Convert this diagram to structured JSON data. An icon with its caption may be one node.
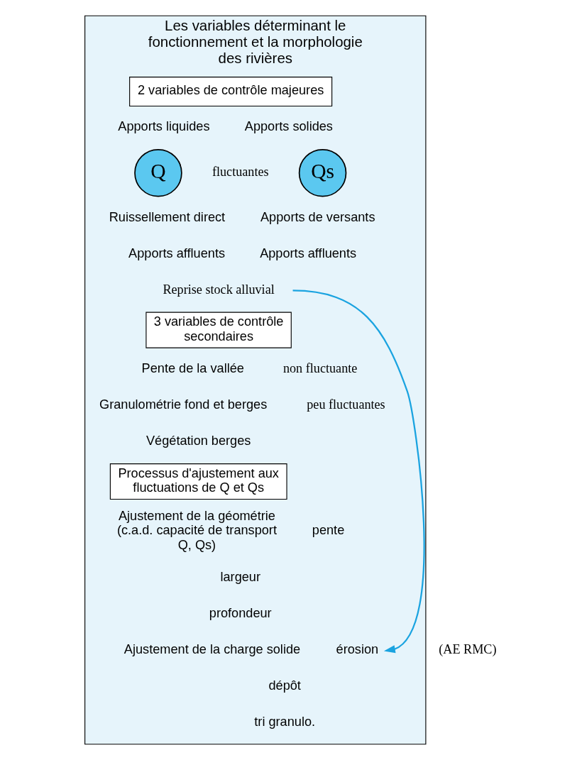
{
  "diagram": {
    "nodes": [
      {
        "text": [
          "Les variables déterminant le fonctionnement et la morphologie des rivières"
        ]
      },
      {
        "text": [
          "2 variables de contrôle majeures"
        ],
        "in": 0
      },
      {
        "text": [
          "Q"
        ],
        "in": 0
      },
      {
        "text": [
          "Qs"
        ],
        "in": 0
      },
      {
        "text": [
          "Reprise stock alluvial"
        ],
        "in": 0
      },
      {
        "text": [
          "3 variables de contrôle secondaires"
        ],
        "in": 0
      },
      {
        "text": [
          "Processus d'ajustement aux fluctuations de Q et Qs"
        ],
        "in": 0
      },
      {
        "text": [
          "érosion"
        ],
        "in": 0
      }
    ],
    "edges": [
      {
        "from": 4,
        "to": 7,
        "arrow": "to",
        "color": "#1aa3e0"
      }
    ],
    "labels": [
      "Apports liquides",
      "Apports solides",
      "fluctuantes",
      "Ruissellement direct",
      "Apports affluents",
      "Apports de versants",
      "Apports affluents",
      "Pente de la vallée",
      "Granulométrie fond et berges",
      "Végétation berges",
      "non fluctuante",
      "peu fluctuantes",
      "Ajustement de la géométrie (c.a.d. capacité de transport Q, Qs)",
      "pente",
      "largeur",
      "profondeur",
      "Ajustement de la charge solide",
      "dépôt",
      "tri granulo.",
      "(AE RMC)"
    ]
  }
}
